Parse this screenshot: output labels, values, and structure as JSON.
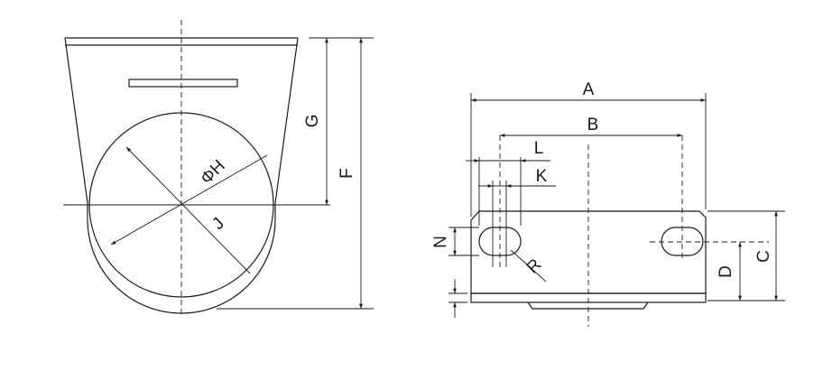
{
  "diagram": {
    "labels": {
      "A": "A",
      "B": "B",
      "C": "C",
      "D": "D",
      "F": "F",
      "G": "G",
      "H": "ΦH",
      "J": "J",
      "K": "K",
      "L": "L",
      "N": "N",
      "R": "R"
    }
  }
}
